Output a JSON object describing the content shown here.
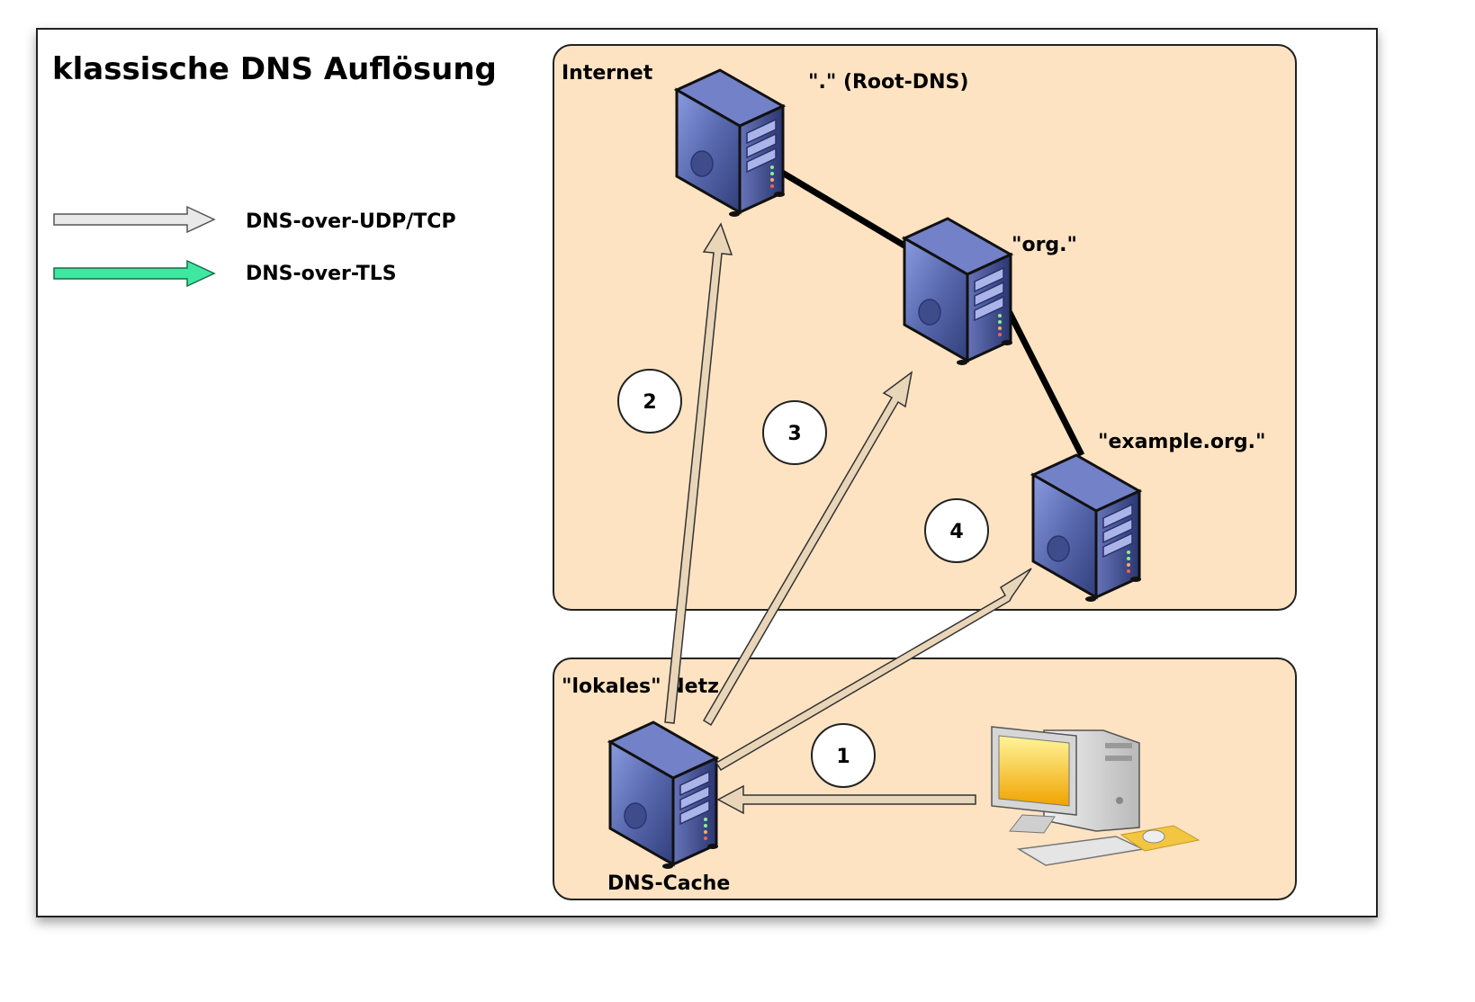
{
  "title": "klassische DNS Auflösung",
  "legend": {
    "items": [
      {
        "label": "DNS-over-UDP/TCP",
        "color": "#e8e8e8"
      },
      {
        "label": "DNS-over-TLS",
        "color": "#3ee8a0"
      }
    ]
  },
  "zones": {
    "internet": {
      "label": "Internet",
      "fill": "#fde3c2"
    },
    "local": {
      "label": "\"lokales\" Netz",
      "fill": "#fde3c2"
    }
  },
  "servers": {
    "root": "\".\" (Root-DNS)",
    "org": "\"org.\"",
    "example": "\"example.org.\"",
    "cache": "DNS-Cache"
  },
  "steps": [
    "1",
    "2",
    "3",
    "4"
  ],
  "colors": {
    "arrow_fill": "#e9d5b8",
    "server_body": "#4a5a9c",
    "line": "#000000"
  }
}
